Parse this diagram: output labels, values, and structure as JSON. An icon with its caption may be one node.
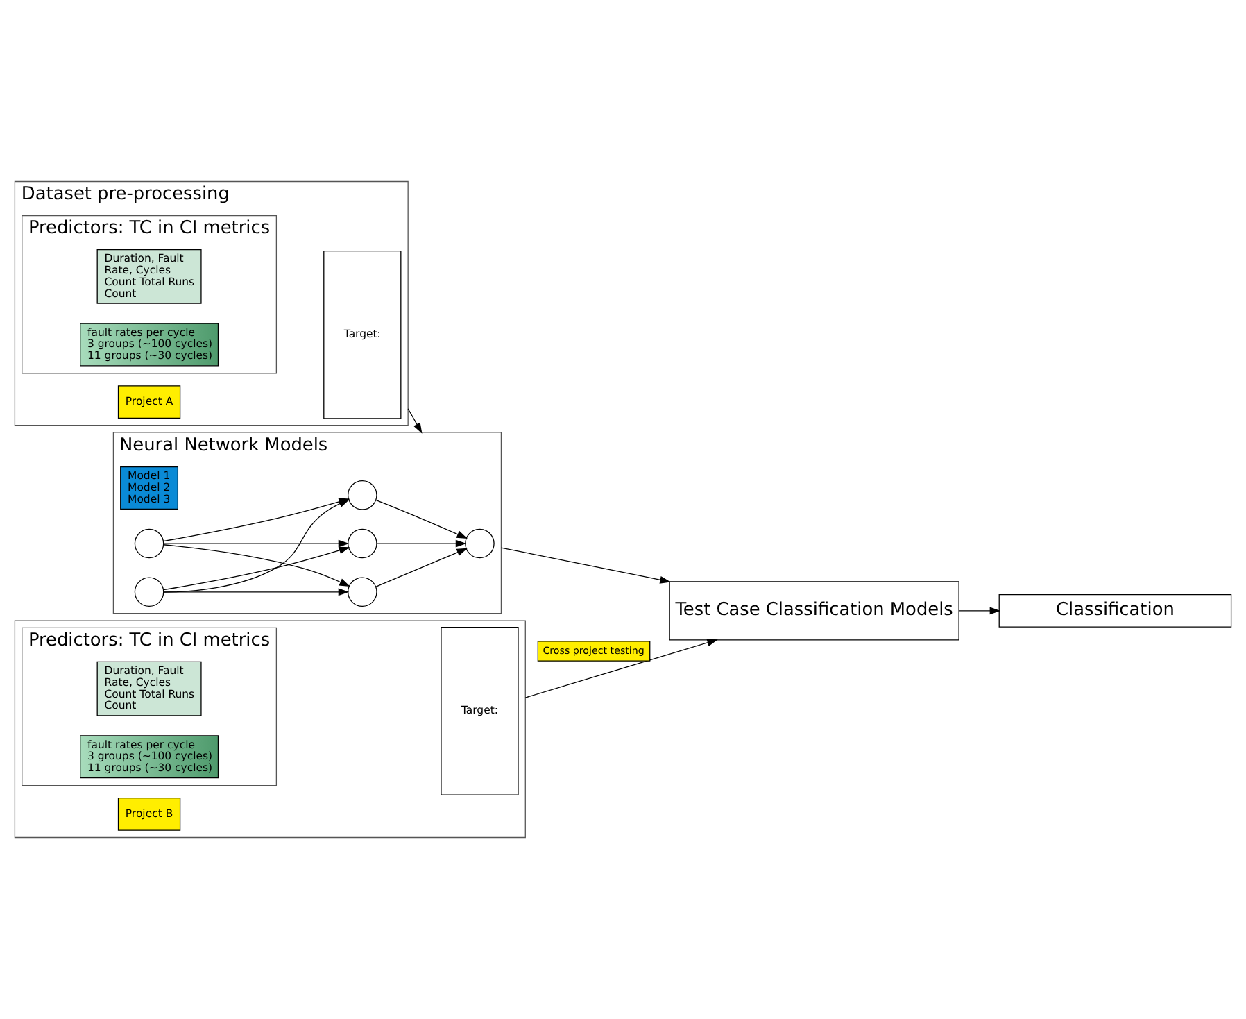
{
  "diagram": {
    "nodes": [
      {
        "text": [
          "Dataset pre-processing"
        ]
      },
      {
        "text": [
          "Project A"
        ],
        "in": 0
      },
      {
        "text": [
          "Predictors: TC in CI metrics"
        ],
        "in": 0
      },
      {
        "text": [
          "Duration, Fault Rate, Cycles Count Total Runs Count"
        ],
        "in": 2
      },
      {
        "text": [
          "fault rates per cycle 3 groups (~100 cycles) 11 groups (~30 cycles)"
        ],
        "in": 2
      },
      {
        "text": [
          "Target:"
        ],
        "in": 0
      },
      {
        "text": [
          "Neural Network Models"
        ]
      },
      {
        "text": [
          "Model 1 Model 2 Model 3"
        ],
        "in": 6
      },
      {
        "text": [],
        "shape": "circle",
        "in": 6
      },
      {
        "text": [],
        "shape": "circle",
        "in": 6
      },
      {
        "text": [],
        "shape": "circle",
        "in": 6
      },
      {
        "text": [],
        "shape": "circle",
        "in": 6
      },
      {
        "text": [],
        "shape": "circle",
        "in": 6
      },
      {
        "text": [],
        "shape": "circle",
        "in": 6
      },
      {
        "text": [],
        "shape": "box"
      },
      {
        "text": [
          "Project B"
        ],
        "in": 14
      },
      {
        "text": [
          "Predictors: TC in CI metrics"
        ],
        "in": 14
      },
      {
        "text": [
          "Duration, Fault Rate, Cycles Count Total Runs Count"
        ],
        "in": 16
      },
      {
        "text": [
          "fault rates per cycle 3 groups (~100 cycles) 11 groups (~30 cycles)"
        ],
        "in": 16
      },
      {
        "text": [
          "Target:"
        ],
        "in": 14
      },
      {
        "text": [
          "Test Case Classification Models"
        ]
      },
      {
        "text": [
          "Classification"
        ]
      }
    ],
    "edges": [
      {
        "from": 0,
        "to": 6,
        "arrow": "to"
      },
      {
        "from": 8,
        "to": 10,
        "arrow": "to"
      },
      {
        "from": 8,
        "to": 11,
        "arrow": "to"
      },
      {
        "from": 8,
        "to": 12,
        "arrow": "to"
      },
      {
        "from": 9,
        "to": 10,
        "arrow": "to"
      },
      {
        "from": 9,
        "to": 11,
        "arrow": "to"
      },
      {
        "from": 9,
        "to": 12,
        "arrow": "to"
      },
      {
        "from": 10,
        "to": 13,
        "arrow": "to"
      },
      {
        "from": 11,
        "to": 13,
        "arrow": "to"
      },
      {
        "from": 12,
        "to": 13,
        "arrow": "to"
      },
      {
        "from": 6,
        "to": 20,
        "arrow": "to"
      },
      {
        "from": 14,
        "to": 20,
        "arrow": "to",
        "label": "Cross project testing"
      },
      {
        "from": 20,
        "to": 21,
        "arrow": "to"
      }
    ]
  }
}
